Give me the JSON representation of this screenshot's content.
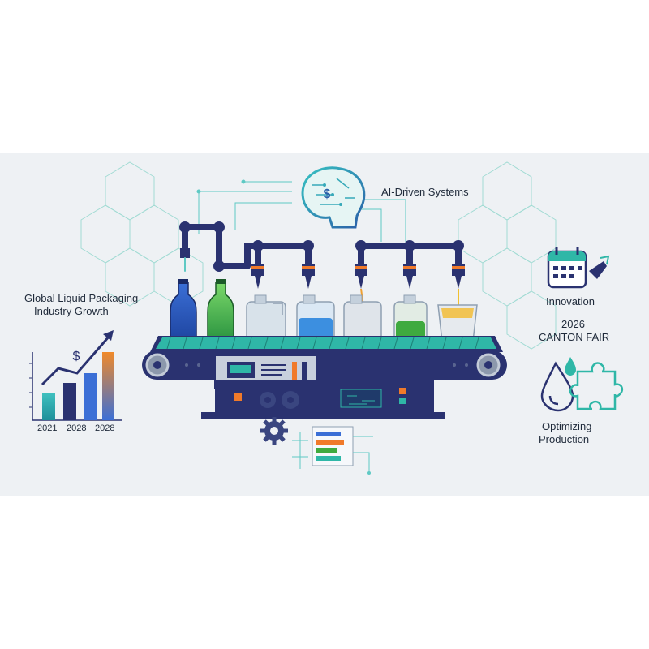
{
  "labels": {
    "ai_systems": "AI-Driven Systems",
    "growth_title_line1": "Global Liquid Packaging",
    "growth_title_line2": "Industry Growth",
    "innovation": "Innovation",
    "event_year": "2026",
    "event_name": "CANTON FAIR",
    "optimizing_line1": "Optimizing",
    "optimizing_line2": "Production"
  },
  "growth_chart": {
    "currency_symbol": "$",
    "years": [
      "2021",
      "2028",
      "2028"
    ]
  },
  "brain_symbol": "$",
  "colors": {
    "navy": "#2a3270",
    "teal": "#2fb7a7",
    "orange": "#f07a2a",
    "blue": "#2b7fd0",
    "green": "#3faa3f",
    "background": "#eef1f4"
  }
}
